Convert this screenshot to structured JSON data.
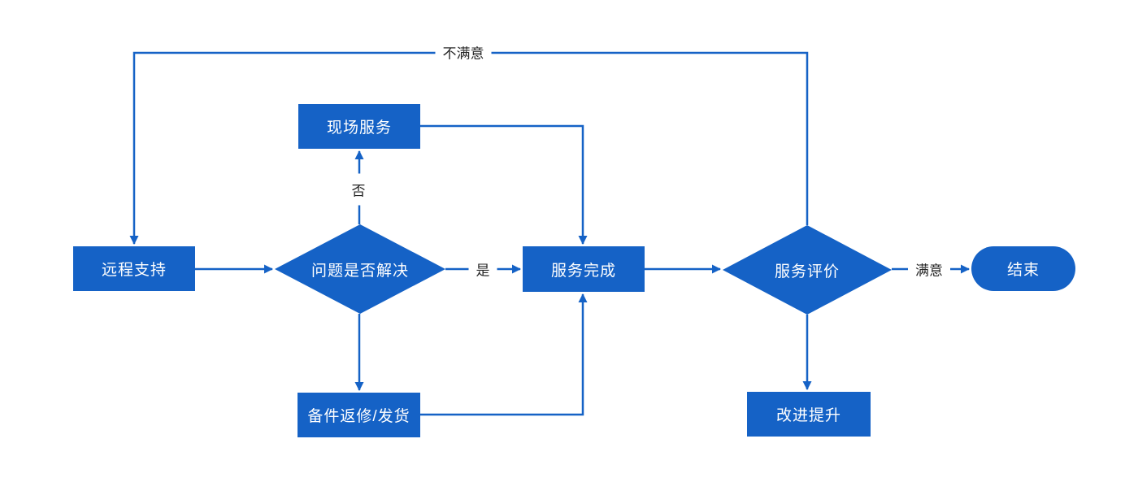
{
  "diagram": {
    "accent_color": "#1562C6",
    "background_color": "#ffffff",
    "edge_label_color": "#262626",
    "nodes": {
      "remote_support": {
        "label": "远程支持",
        "shape": "rect"
      },
      "issue_resolved": {
        "label": "问题是否解决",
        "shape": "diamond"
      },
      "onsite_service": {
        "label": "现场服务",
        "shape": "rect"
      },
      "service_complete": {
        "label": "服务完成",
        "shape": "rect"
      },
      "parts_repair_ship": {
        "label": "备件返修/发货",
        "shape": "rect"
      },
      "service_evaluation": {
        "label": "服务评价",
        "shape": "diamond"
      },
      "improvement": {
        "label": "改进提升",
        "shape": "rect"
      },
      "end": {
        "label": "结束",
        "shape": "terminator"
      }
    },
    "edge_labels": {
      "unsatisfied": "不满意",
      "no": "否",
      "yes": "是",
      "satisfied": "满意"
    }
  }
}
